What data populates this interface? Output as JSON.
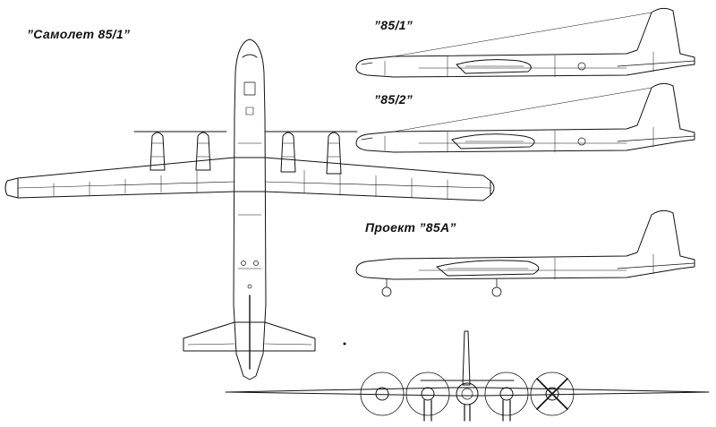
{
  "labels": {
    "top_view": "”Самолет 85/1”",
    "side_851": "”85/1”",
    "side_852": "”85/2”",
    "side_85a": "Проект ”85А”"
  },
  "colors": {
    "ink": "#111111",
    "paper": "#ffffff"
  }
}
